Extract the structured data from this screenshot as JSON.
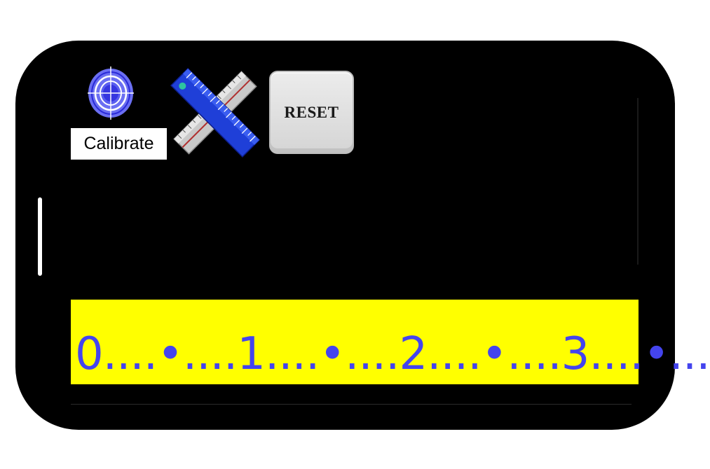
{
  "toolbar": {
    "calibrate_label": "Calibrate",
    "calibrate_icon": "target-icon",
    "ruler_icon": "crossed-rulers-icon",
    "reset_label": "RESET"
  },
  "tape": {
    "scale_text": "0....•....1....•....2....•....3....•...",
    "background_color": "#ffff00",
    "text_color": "#4444ee"
  }
}
